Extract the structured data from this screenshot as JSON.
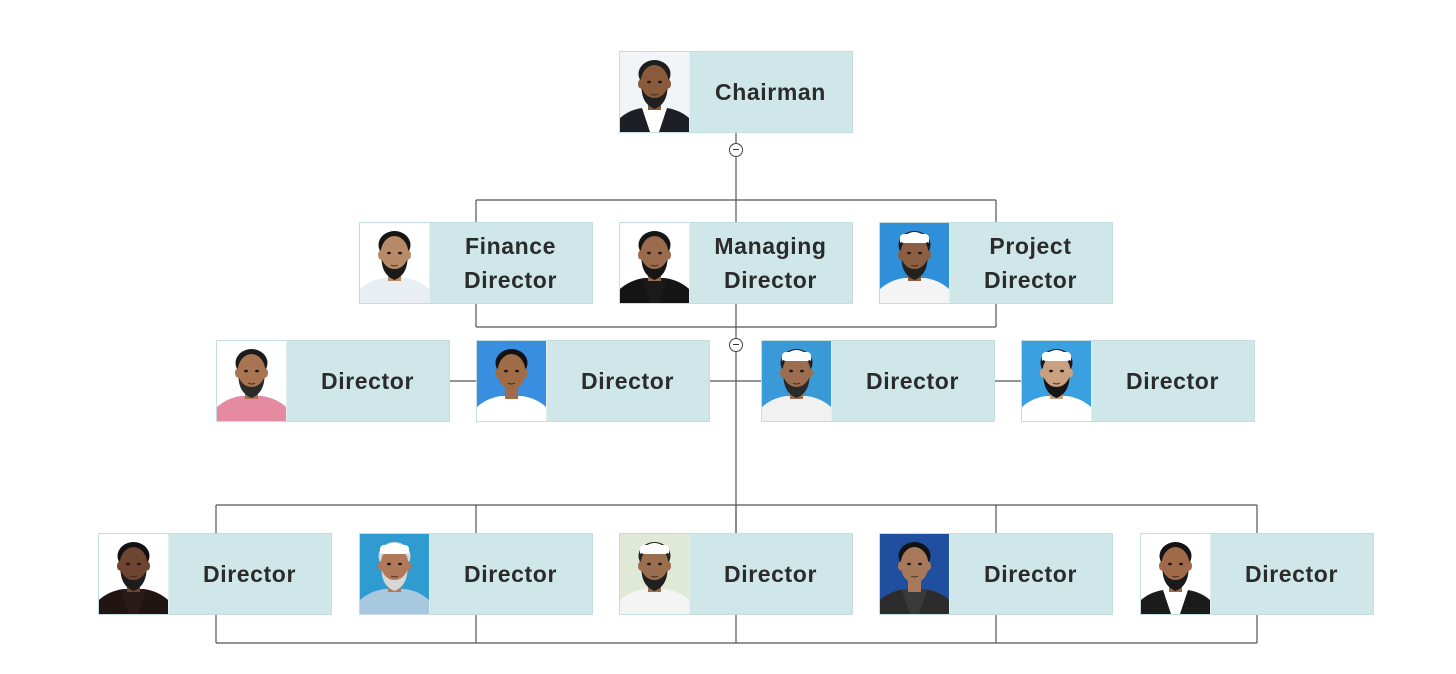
{
  "chairman": {
    "label": "Chairman",
    "photo": {
      "bg": "#f2f5f7",
      "skin": "#8a5a3c",
      "hair": "#1d1d1d",
      "beard": "#202020",
      "shirt": "#ffffff",
      "jacket": "#1d1f26",
      "cap": ""
    }
  },
  "executives": [
    {
      "label": "Finance\nDirector",
      "photo": {
        "bg": "#ffffff",
        "skin": "#b98a68",
        "hair": "#151515",
        "beard": "#1a1a1a",
        "shirt": "#e8eef2",
        "jacket": "",
        "cap": ""
      }
    },
    {
      "label": "Managing\nDirector",
      "photo": {
        "bg": "#ffffff",
        "skin": "#9a6b4c",
        "hair": "#151515",
        "beard": "#161616",
        "shirt": "#1a1a1a",
        "jacket": "#141414",
        "cap": ""
      }
    },
    {
      "label": "Project\nDirector",
      "photo": {
        "bg": "#2f8fd8",
        "skin": "#8c5f42",
        "hair": "#1a1a1a",
        "beard": "#222222",
        "shirt": "#f4f4f4",
        "jacket": "",
        "cap": "#ffffff"
      }
    }
  ],
  "directors_row1": [
    {
      "label": "Director",
      "photo": {
        "bg": "#ffffff",
        "skin": "#a87452",
        "hair": "#1b1b1b",
        "beard": "#2a2a2a",
        "shirt": "#e58aa0",
        "jacket": "",
        "cap": ""
      }
    },
    {
      "label": "Director",
      "photo": {
        "bg": "#3a8ee0",
        "skin": "#a06c48",
        "hair": "#121212",
        "beard": "",
        "shirt": "#ffffff",
        "jacket": "",
        "cap": ""
      }
    },
    {
      "label": "Director",
      "photo": {
        "bg": "#3a9ad8",
        "skin": "#9c6e4f",
        "hair": "#202020",
        "beard": "#2a2a2a",
        "shirt": "#f1f1f1",
        "jacket": "",
        "cap": "#ffffff"
      }
    },
    {
      "label": "Director",
      "photo": {
        "bg": "#3aa0e0",
        "skin": "#c9a080",
        "hair": "#1a1a1a",
        "beard": "#151515",
        "shirt": "#ffffff",
        "jacket": "",
        "cap": "#ffffff"
      }
    }
  ],
  "directors_row2": [
    {
      "label": "Director",
      "photo": {
        "bg": "#ffffff",
        "skin": "#6e4530",
        "hair": "#121212",
        "beard": "#1c1c1c",
        "shirt": "#2a1a18",
        "jacket": "#201512",
        "cap": ""
      }
    },
    {
      "label": "Director",
      "photo": {
        "bg": "#2f9bd0",
        "skin": "#b07a5a",
        "hair": "#d8d8d8",
        "beard": "#d6d6d6",
        "shirt": "#a8c8e0",
        "jacket": "",
        "cap": "#ffffff"
      }
    },
    {
      "label": "Director",
      "photo": {
        "bg": "#dfe9d6",
        "skin": "#9b6e50",
        "hair": "#222222",
        "beard": "#202020",
        "shirt": "#f4f4f4",
        "jacket": "",
        "cap": "#ffffff"
      }
    },
    {
      "label": "Director",
      "photo": {
        "bg": "#1f4f9e",
        "skin": "#a7785a",
        "hair": "#121212",
        "beard": "",
        "shirt": "#3a3a3a",
        "jacket": "#2c2c2c",
        "cap": ""
      }
    },
    {
      "label": "Director",
      "photo": {
        "bg": "#ffffff",
        "skin": "#a06a48",
        "hair": "#141414",
        "beard": "#1a1a1a",
        "shirt": "#ffffff",
        "jacket": "#1b1b1b",
        "cap": ""
      }
    }
  ],
  "colors": {
    "node_fill": "#d0e7ea",
    "connector": "#555555",
    "label_text": "#2b2b2b"
  }
}
